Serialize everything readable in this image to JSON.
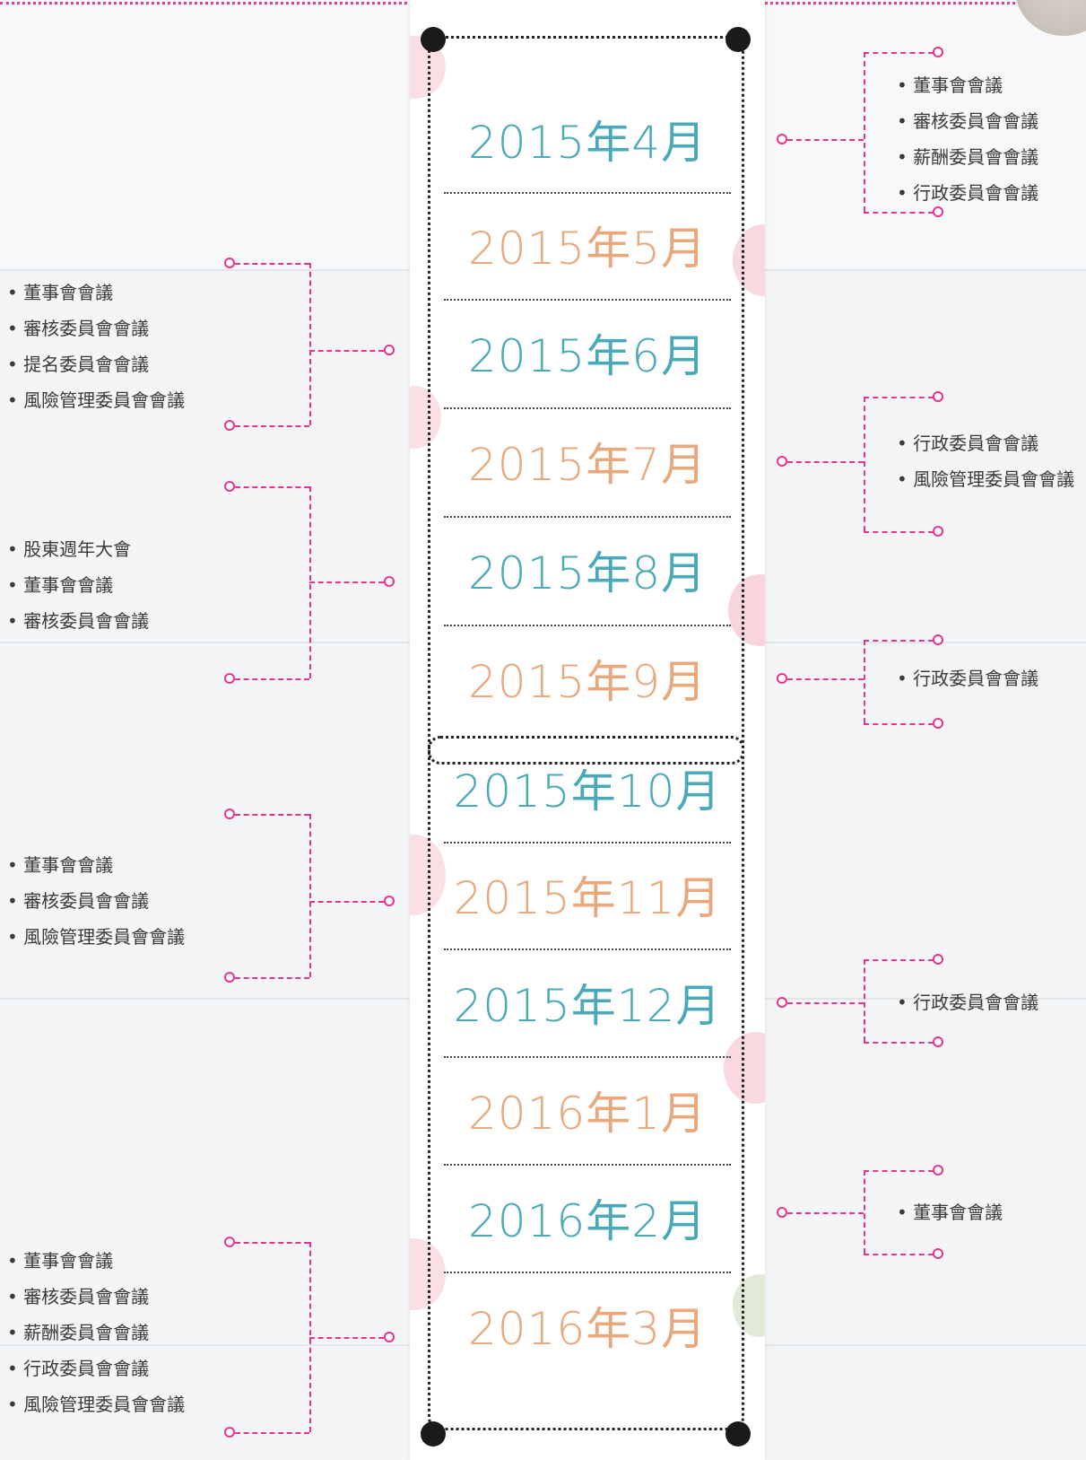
{
  "colors": {
    "blue": "#4aa9b8",
    "orange": "#e9a87c",
    "accent": "#e6338f"
  },
  "months": [
    {
      "label": "2015年4月",
      "color": "#4aa9b8"
    },
    {
      "label": "2015年5月",
      "color": "#e9a87c"
    },
    {
      "label": "2015年6月",
      "color": "#4aa9b8"
    },
    {
      "label": "2015年7月",
      "color": "#e9a87c"
    },
    {
      "label": "2015年8月",
      "color": "#4aa9b8"
    },
    {
      "label": "2015年9月",
      "color": "#e9a87c"
    },
    {
      "label": "2015年10月",
      "color": "#4aa9b8"
    },
    {
      "label": "2015年11月",
      "color": "#e9a87c"
    },
    {
      "label": "2015年12月",
      "color": "#4aa9b8"
    },
    {
      "label": "2016年1月",
      "color": "#e9a87c"
    },
    {
      "label": "2016年2月",
      "color": "#4aa9b8"
    },
    {
      "label": "2016年3月",
      "color": "#e9a87c"
    }
  ],
  "right_groups": [
    {
      "month": "2015年4月",
      "items": [
        "董事會會議",
        "審核委員會會議",
        "薪酬委員會會議",
        "行政委員會會議"
      ]
    },
    {
      "month": "2015年7月",
      "items": [
        "行政委員會會議",
        "風險管理委員會會議"
      ]
    },
    {
      "month": "2015年9月",
      "items": [
        "行政委員會會議"
      ]
    },
    {
      "month": "2015年12月",
      "items": [
        "行政委員會會議"
      ]
    },
    {
      "month": "2016年2月",
      "items": [
        "董事會會議"
      ]
    }
  ],
  "left_groups": [
    {
      "month": "2015年6月",
      "items": [
        "董事會會議",
        "審核委員會會議",
        "提名委員會會議",
        "風險管理委員會會議"
      ]
    },
    {
      "month": "2015年8月",
      "items": [
        "股東週年大會",
        "董事會會議",
        "審核委員會會議"
      ]
    },
    {
      "month": "2015年11月",
      "items": [
        "董事會會議",
        "審核委員會會議",
        "風險管理委員會會議"
      ]
    },
    {
      "month": "2016年3月",
      "items": [
        "董事會會議",
        "審核委員會會議",
        "薪酬委員會會議",
        "行政委員會會議",
        "風險管理委員會會議"
      ]
    }
  ]
}
